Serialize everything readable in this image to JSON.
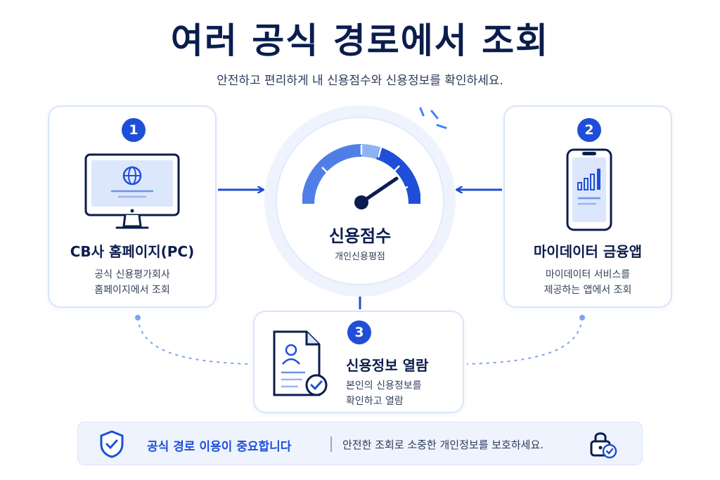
{
  "title": "여러 공식 경로에서 조회",
  "subtitle": "안전하고 편리하게 내 신용점수와 신용정보를 확인하세요.",
  "center": {
    "title": "신용점수",
    "subtitle": "개인신용평점"
  },
  "cards": [
    {
      "number": "1",
      "icon": "desktop-globe-icon",
      "title": "CB사 홈페이지(PC)",
      "desc_lines": [
        "공식 신용평가회사",
        "홈페이지에서 조회"
      ]
    },
    {
      "number": "2",
      "icon": "smartphone-chart-icon",
      "title": "마이데이터 금융앱",
      "desc_lines": [
        "마이데이터 서비스를",
        "제공하는 앱에서 조회"
      ]
    },
    {
      "number": "3",
      "icon": "document-check-icon",
      "title": "신용정보 열람",
      "desc_lines": [
        "본인의 신용정보를",
        "확인하고 열람"
      ]
    }
  ],
  "banner": {
    "strong": "공식 경로 이용이 중요합니다",
    "text": "안전한 조회로 소중한 개인정보를 보호하세요.",
    "left_icon": "shield-check-icon",
    "right_icon": "lock-check-icon"
  },
  "colors": {
    "primary": "#1f4fd8",
    "navy": "#0b1d4d",
    "light": "#eef3fd",
    "border": "#d9e4fb"
  }
}
